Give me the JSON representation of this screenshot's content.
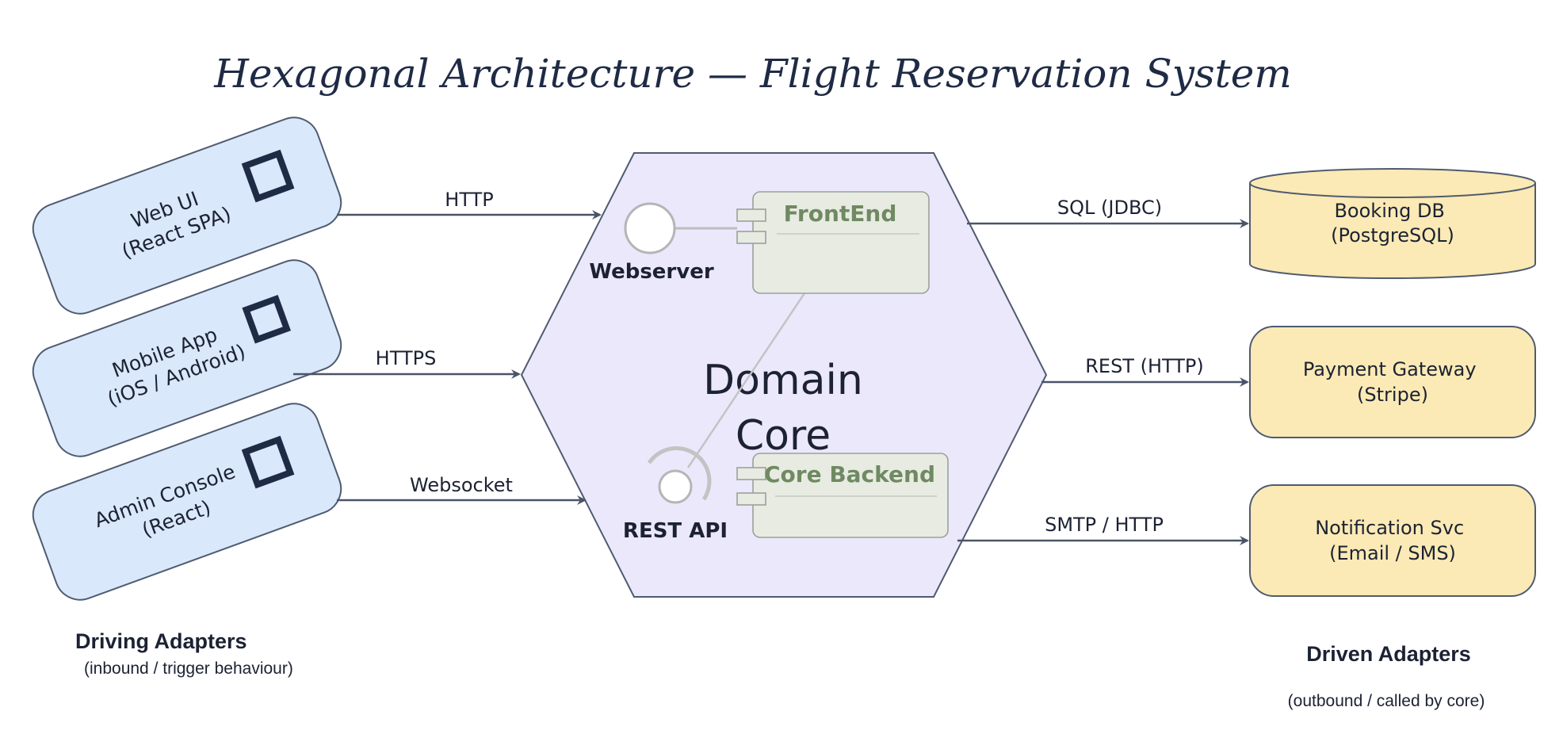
{
  "title": "Hexagonal Architecture — Flight Reservation System",
  "core": {
    "label_line1": "Domain",
    "label_line2": "Core",
    "components": {
      "frontend": "FrontEnd",
      "backend": "Core Backend",
      "webserver": "Webserver",
      "rest_api": "REST API"
    }
  },
  "driving": {
    "heading": "Driving Adapters",
    "subheading": "(inbound / trigger behaviour)",
    "adapters": [
      {
        "line1": "Web UI",
        "line2": "(React SPA)",
        "protocol": "HTTP"
      },
      {
        "line1": "Mobile App",
        "line2": "(iOS / Android)",
        "protocol": "HTTPS"
      },
      {
        "line1": "Admin Console",
        "line2": "(React)",
        "protocol": "Websocket"
      }
    ]
  },
  "driven": {
    "heading": "Driven Adapters",
    "subheading": "(outbound / called by core)",
    "adapters": [
      {
        "line1": "Booking DB",
        "line2": "(PostgreSQL)",
        "protocol": "SQL (JDBC)"
      },
      {
        "line1": "Payment Gateway",
        "line2": "(Stripe)",
        "protocol": "REST (HTTP)"
      },
      {
        "line1": "Notification Svc",
        "line2": "(Email / SMS)",
        "protocol": "SMTP / HTTP"
      }
    ]
  },
  "colors": {
    "driving_fill": "#d9e8fb",
    "driven_fill": "#fbeab5",
    "core_fill": "#ebe8fc",
    "component_fill": "#e8ebe2",
    "component_title": "#6f8a62",
    "edge": "#4a5468"
  }
}
